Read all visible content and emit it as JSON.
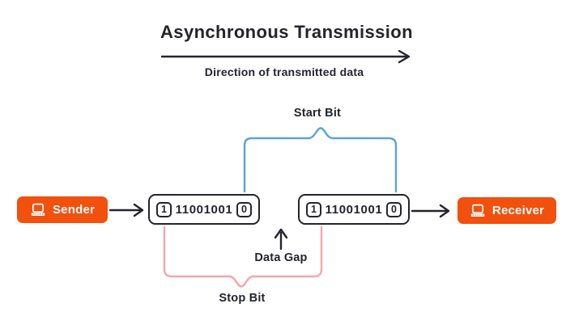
{
  "title": "Asynchronous Transmission",
  "direction": {
    "label": "Direction of transmitted data"
  },
  "annotations": {
    "start_bit": "Start Bit",
    "stop_bit": "Stop Bit",
    "data_gap": "Data Gap"
  },
  "nodes": {
    "sender": "Sender",
    "receiver": "Receiver"
  },
  "frames": [
    {
      "left_bit": "1",
      "data_bits": "11001001",
      "right_bit": "0"
    },
    {
      "left_bit": "1",
      "data_bits": "11001001",
      "right_bit": "0"
    }
  ],
  "colors": {
    "accent_orange": "#f2500d",
    "ink": "#23242e",
    "start_bit_blue": "#5ca5d5",
    "stop_bit_pink": "#f5a6ab"
  }
}
